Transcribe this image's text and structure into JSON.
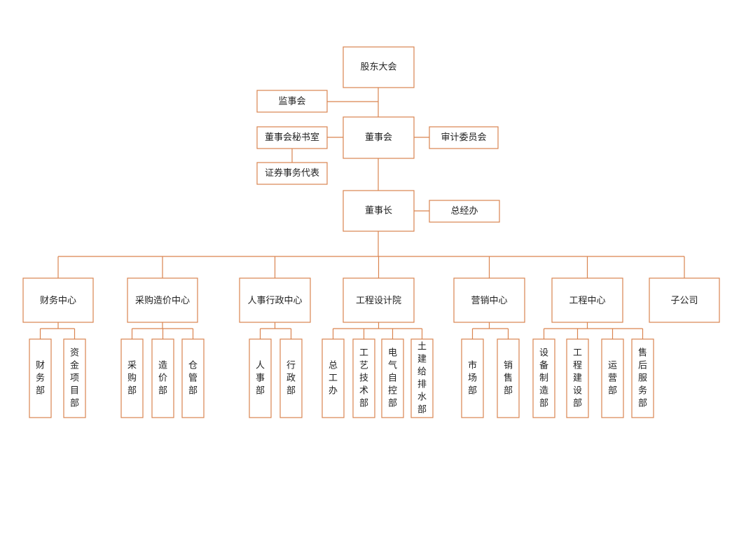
{
  "colors": {
    "line": "#D9844F",
    "box_fill": "#ffffff",
    "text": "#222222"
  },
  "org": {
    "shareholders": "股东大会",
    "supervisory": "监事会",
    "board": "董事会",
    "board_secretary": "董事会秘书室",
    "securities_rep": "证券事务代表",
    "audit": "审计委员会",
    "chairman": "董事长",
    "gm_office": "总经办",
    "centers": [
      {
        "label": "财务中心",
        "depts": [
          "财务部",
          "资金项目部"
        ]
      },
      {
        "label": "采购造价中心",
        "depts": [
          "采购部",
          "造价部",
          "仓管部"
        ]
      },
      {
        "label": "人事行政中心",
        "depts": [
          "人事部",
          "行政部"
        ]
      },
      {
        "label": "工程设计院",
        "depts": [
          "总工办",
          "工艺技术部",
          "电气自控部",
          "土建给排水部"
        ]
      },
      {
        "label": "营销中心",
        "depts": [
          "市场部",
          "销售部"
        ]
      },
      {
        "label": "工程中心",
        "depts": [
          "设备制造部",
          "工程建设部",
          "运营部",
          "售后服务部"
        ]
      },
      {
        "label": "子公司",
        "depts": []
      }
    ]
  }
}
